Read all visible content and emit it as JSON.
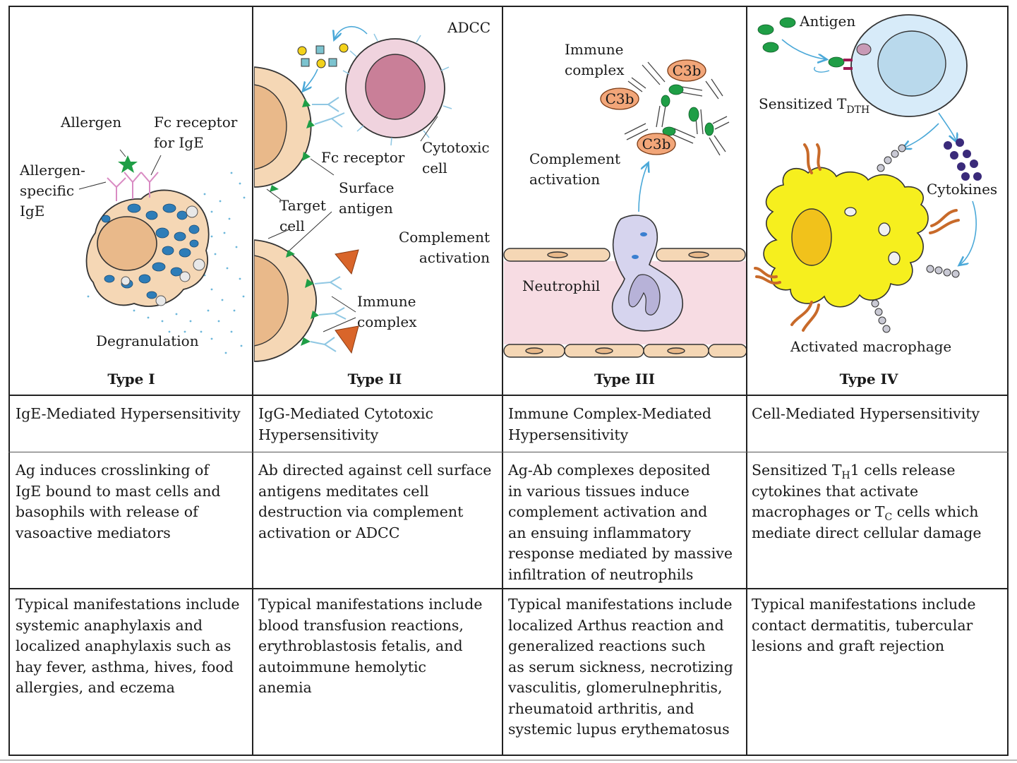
{
  "panels": [
    {
      "type_label": "Type I",
      "labels": {
        "allergen": "Allergen",
        "fc_receptor": "Fc receptor\nfor IgE",
        "allergen_specific": "Allergen-\nspecific\nIgE",
        "degranulation": "Degranulation"
      },
      "mechanism": "IgE-Mediated Hypersensitivity",
      "description": "Ag induces crosslinking of\nIgE bound to mast cells and\nbasophils with release of\nvasoactive mediators",
      "manifestations": "Typical manifestations include\nsystemic anaphylaxis and\nlocalized anaphylaxis such as\nhay fever, asthma, hives, food\nallergies, and eczema"
    },
    {
      "type_label": "Type II",
      "labels": {
        "adcc": "ADCC",
        "fc_receptor": "Fc receptor",
        "cytotoxic_cell": "Cytotoxic\ncell",
        "surface_antigen": "Surface\nantigen",
        "target_cell": "Target\ncell",
        "complement_activation": "Complement\nactivation",
        "immune_complex": "Immune\ncomplex"
      },
      "mechanism": "IgG-Mediated Cytotoxic\nHypersensitivity",
      "description": "Ab directed against cell surface\nantigens meditates cell\ndestruction via complement\nactivation or ADCC",
      "manifestations": "Typical manifestations include\nblood transfusion reactions,\nerythroblastosis fetalis, and\nautoimmune hemolytic\nanemia"
    },
    {
      "type_label": "Type III",
      "labels": {
        "immune_complex": "Immune\ncomplex",
        "c3b": "C3b",
        "complement_activation": "Complement\nactivation",
        "neutrophil": "Neutrophil"
      },
      "mechanism": "Immune Complex-Mediated\nHypersensitivity",
      "description": "Ag-Ab complexes deposited\nin various tissues induce\ncomplement activation and\nan ensuing inflammatory\nresponse mediated by massive\ninfiltration of neutrophils",
      "manifestations": "Typical manifestations include\nlocalized Arthus reaction and\ngeneralized reactions such\nas serum sickness, necrotizing\nvasculitis, glomerulnephritis,\nrheumatoid arthritis, and\nsystemic lupus erythematosus"
    },
    {
      "type_label": "Type IV",
      "labels": {
        "antigen": "Antigen",
        "sensitized": "Sensitized T",
        "sensitized_sub": "DTH",
        "cytokines": "Cytokines",
        "activated_macrophage": "Activated macrophage"
      },
      "mechanism": "Cell-Mediated Hypersensitivity",
      "description_html": "Sensitized T<sub>H</sub>1 cells release\ncytokines that activate\nmacrophages or T<sub>C</sub> cells which\nmediate direct cellular damage",
      "manifestations": "Typical manifestations include\ncontact dermatitis, tubercular\nlesions and graft rejection"
    }
  ],
  "colors": {
    "cell_fill": "#f5d7b5",
    "nucleus": "#e9b98a",
    "granule": "#2e7db8",
    "allergen": "#1f9e46",
    "antibody": "#e9a6d2",
    "receptor": "#b9d9ec",
    "cytotoxic_cell": "#f0d3de",
    "cytotoxic_nucleus": "#c97f98",
    "complement": "#d9652a",
    "c3b": "#f2a679",
    "vessel": "#f7dce3",
    "neutrophil": "#d6d4ee",
    "macrophage": "#f6ef1e",
    "tcell": "#d7ebf9",
    "arrow": "#4aa8d8"
  }
}
